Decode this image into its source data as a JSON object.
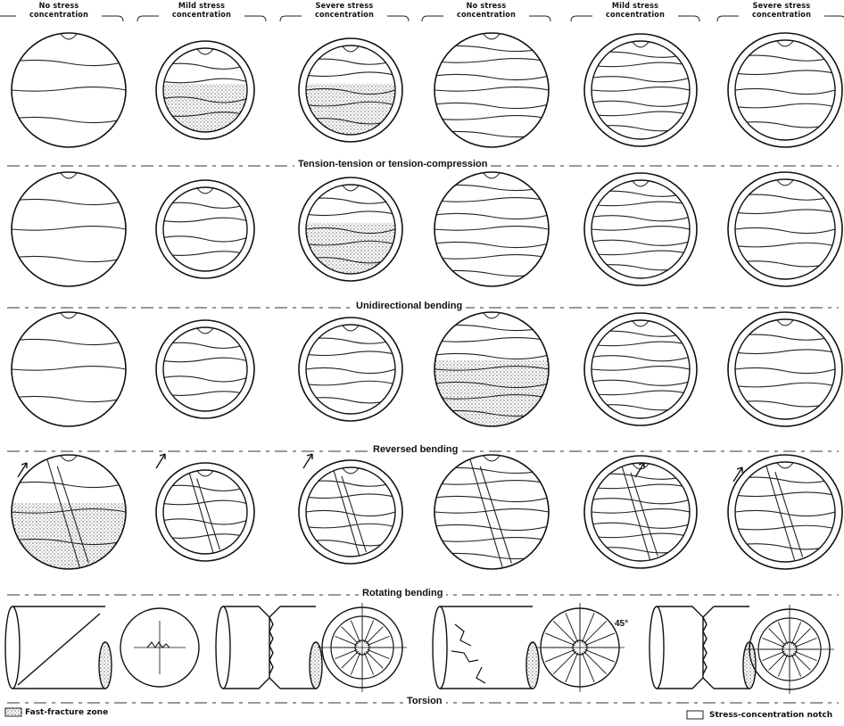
{
  "headers": [
    {
      "label": "No stress\nconcentration"
    },
    {
      "label": "Mild stress\nconcentration"
    },
    {
      "label": "Severe stress\nconcentration"
    },
    {
      "label": "No stress\nconcentration"
    },
    {
      "label": "Mild stress\nconcentration"
    },
    {
      "label": "Severe stress\nconcentration"
    }
  ],
  "rows": [
    {
      "label": "Tension-tension or tension-compression"
    },
    {
      "label": "Unidirectional bending"
    },
    {
      "label": "Reversed bending"
    },
    {
      "label": "Rotating bending"
    },
    {
      "label": "Torsion"
    }
  ],
  "angle_label": "45°",
  "legend": {
    "fast_fracture": "Fast-fracture zone",
    "notch": "Stress-concentration notch"
  }
}
